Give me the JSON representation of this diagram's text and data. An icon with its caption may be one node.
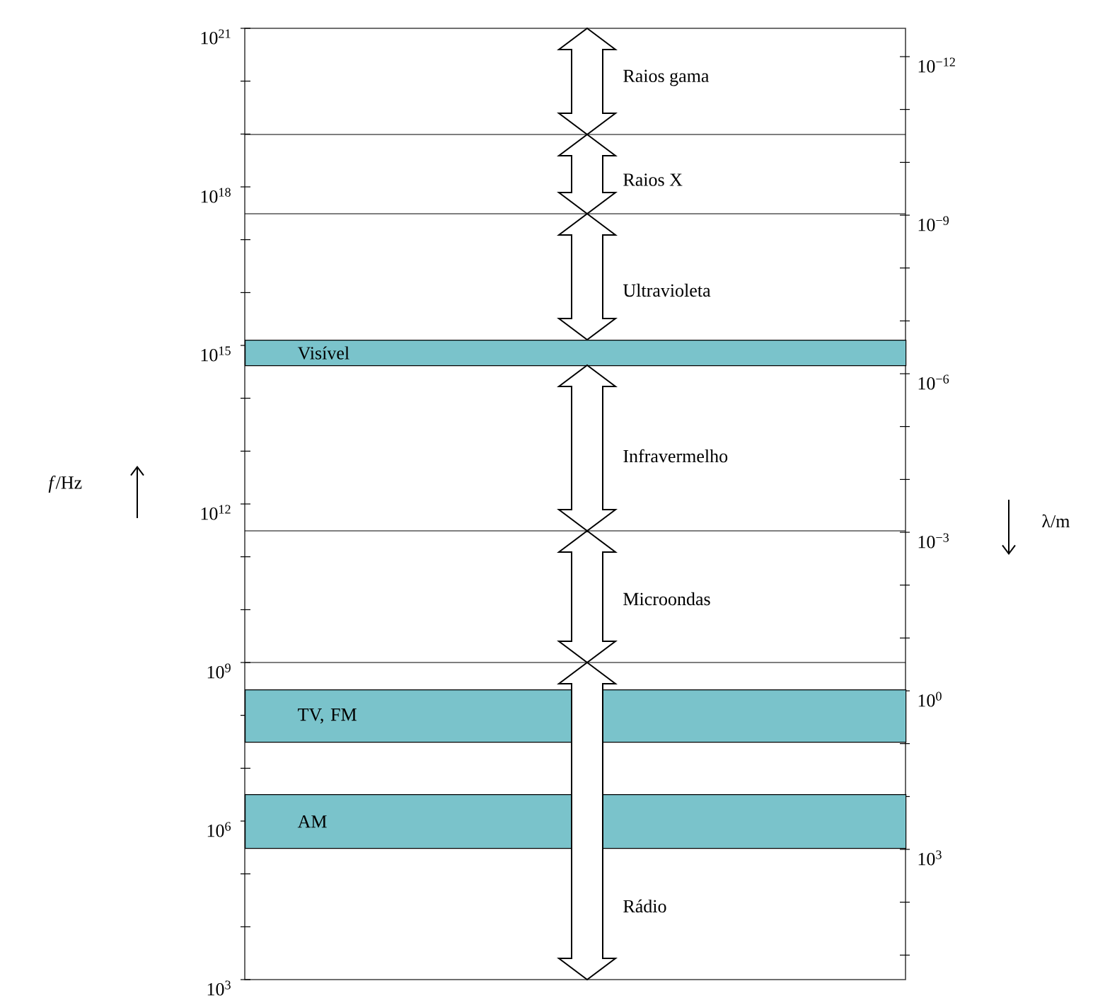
{
  "diagram": {
    "nodes": [
      {
        "text": [
          "Visível"
        ]
      },
      {
        "text": [
          "TV, FM"
        ]
      },
      {
        "text": [
          "AM"
        ]
      }
    ],
    "labels": [
      "10$^{21}$",
      "10$^{−12}$",
      "Raios gama",
      "Raios X",
      "10$^{18}$",
      "10$^{−9}$",
      "Ultravioleta",
      "10$^{15}$",
      "10$^{−6}$",
      "Infravermelho",
      "*f*/Hz",
      "10$^{12}$",
      "λ/m",
      "10$^{−3}$",
      "Microondas",
      "10$^{9}$",
      "10$^{0}$",
      "10$^{6}$",
      "10$^{3}$",
      "Rádio",
      "10$^{3}$"
    ]
  }
}
